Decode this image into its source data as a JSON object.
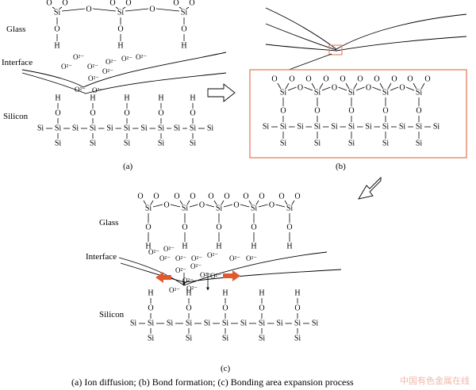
{
  "labels": {
    "glass": "Glass",
    "interface": "Interface",
    "silicon": "Silicon"
  },
  "atoms": {
    "si": "Si",
    "o": "O",
    "h": "H",
    "ion": "O²⁻"
  },
  "panel_labels": {
    "a": "(a)",
    "b": "(b)",
    "c": "(c)"
  },
  "caption": "(a)  Ion  diffusion;  (b)  Bond  formation; (c) Bonding area expansion process",
  "watermark": "中国有色金属在线",
  "colors": {
    "accent": "#e8866a",
    "arrow": "#e4582e",
    "line": "#000000"
  }
}
